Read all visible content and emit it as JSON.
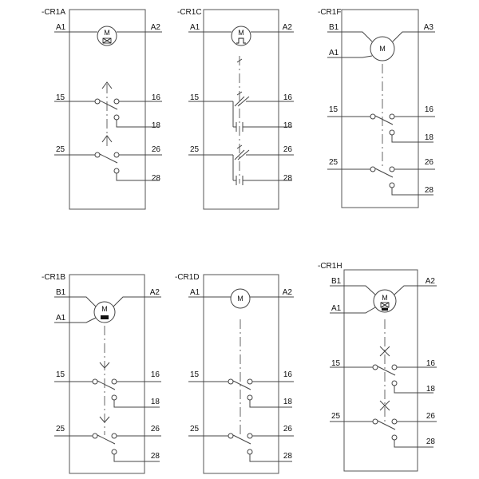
{
  "colors": {
    "line": "#444444",
    "frame": "#555555",
    "text": "#111111"
  },
  "relays": [
    {
      "name": "-CR1A",
      "coil": {
        "terms": [
          "A1",
          "A2"
        ],
        "symbol": "M",
        "timing": "off-delay-envelope"
      },
      "mechanism": "up-arrow",
      "contacts": [
        {
          "com": "15",
          "no": "16",
          "nc": "18"
        },
        {
          "com": "25",
          "no": "26",
          "nc": "28"
        }
      ]
    },
    {
      "name": "-CR1C",
      "coil": {
        "terms": [
          "A1",
          "A2"
        ],
        "symbol": "M",
        "timing": "pulse"
      },
      "mechanism": "bracket",
      "contacts": [
        {
          "com": "15",
          "no": "16",
          "nc": "18"
        },
        {
          "com": "25",
          "no": "26",
          "nc": "28"
        }
      ]
    },
    {
      "name": "-CR1F",
      "coil": {
        "terms": [
          "B1",
          "A1",
          "A3"
        ],
        "symbol": "M",
        "timing": "none"
      },
      "mechanism": "none",
      "contacts": [
        {
          "com": "15",
          "no": "16",
          "nc": "18"
        },
        {
          "com": "25",
          "no": "26",
          "nc": "28"
        }
      ]
    },
    {
      "name": "-CR1B",
      "coil": {
        "terms": [
          "B1",
          "A1",
          "A2"
        ],
        "symbol": "M",
        "timing": "block"
      },
      "mechanism": "down-arrow",
      "contacts": [
        {
          "com": "15",
          "no": "16",
          "nc": "18"
        },
        {
          "com": "25",
          "no": "26",
          "nc": "28"
        }
      ]
    },
    {
      "name": "-CR1D",
      "coil": {
        "terms": [
          "A1",
          "A2"
        ],
        "symbol": "M",
        "timing": "none"
      },
      "mechanism": "none",
      "contacts": [
        {
          "com": "15",
          "no": "16",
          "nc": "18"
        },
        {
          "com": "25",
          "no": "26",
          "nc": "28"
        }
      ]
    },
    {
      "name": "-CR1H",
      "coil": {
        "terms": [
          "B1",
          "A1",
          "A2"
        ],
        "symbol": "M",
        "timing": "envelope-block"
      },
      "mechanism": "cross",
      "contacts": [
        {
          "com": "15",
          "no": "16",
          "nc": "18"
        },
        {
          "com": "25",
          "no": "26",
          "nc": "28"
        }
      ]
    }
  ]
}
